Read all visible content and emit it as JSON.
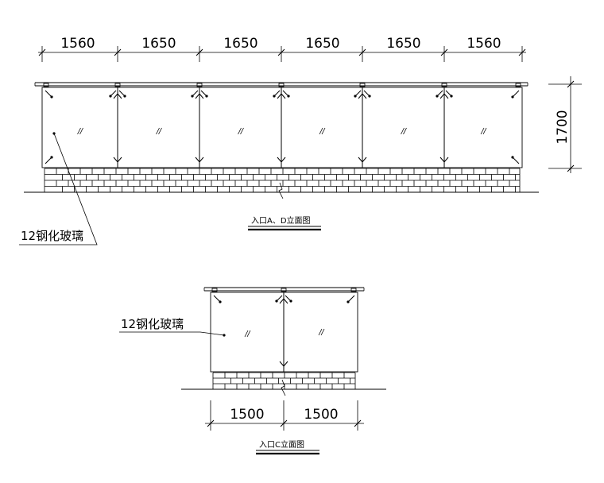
{
  "diagram": {
    "elevation_ad": {
      "title": "入口A、D立面图",
      "panel_widths": [
        "1560",
        "1650",
        "1650",
        "1650",
        "1650",
        "1560"
      ],
      "height": "1700",
      "callout": "12钢化玻璃"
    },
    "elevation_c": {
      "title": "入口C立面图",
      "panel_widths": [
        "1500",
        "1500"
      ],
      "callout": "12钢化玻璃"
    }
  }
}
